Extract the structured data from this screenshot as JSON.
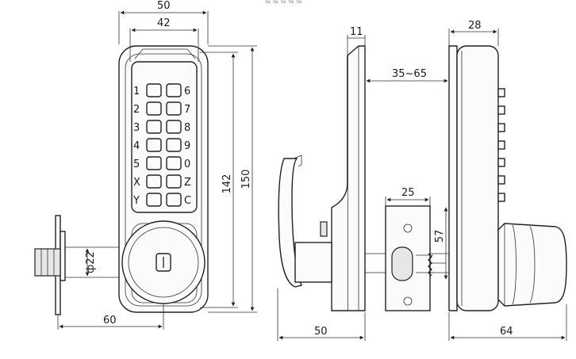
{
  "header": {
    "partial_text": "& & & & &"
  },
  "front_view": {
    "dim_outer_width": "50",
    "dim_keypad_width": "42",
    "dim_inner_height": "142",
    "dim_outer_height": "150",
    "dim_spindle_diameter": "ф22",
    "dim_backset": "60",
    "keys_left": [
      "1",
      "2",
      "3",
      "4",
      "5",
      "X",
      "Y"
    ],
    "keys_right": [
      "6",
      "7",
      "8",
      "9",
      "0",
      "Z",
      "C"
    ]
  },
  "side_view": {
    "dim_plate_thickness": "11",
    "dim_door_thickness": "35~65",
    "dim_lever_depth": "50"
  },
  "rear_view": {
    "dim_strike_width": "25",
    "dim_strike_height": "57",
    "dim_back_depth": "28",
    "dim_knob_depth": "64"
  },
  "colors": {
    "line": "#222222",
    "background": "#ffffff"
  }
}
